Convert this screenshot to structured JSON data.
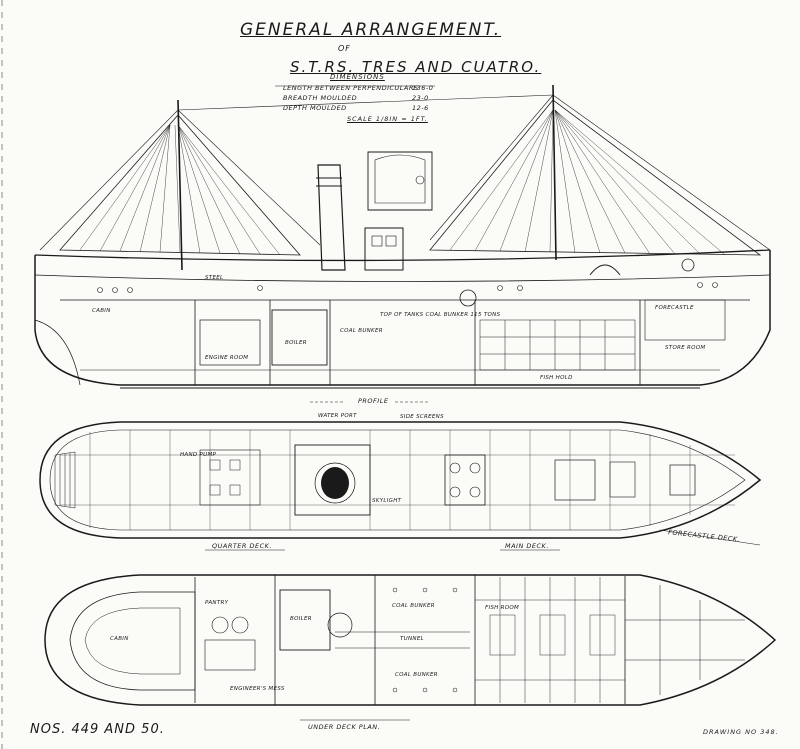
{
  "title_block": {
    "title": "GENERAL ARRANGEMENT.",
    "of": "OF",
    "ship_name": "S.T.RS. TRES AND CUATRO.",
    "dimensions_heading": "DIMENSIONS",
    "dimensions": [
      {
        "label": "LENGTH BETWEEN PERPENDICULARS",
        "value": "136-0"
      },
      {
        "label": "BREADTH MOULDED",
        "value": "23-0"
      },
      {
        "label": "DEPTH MOULDED",
        "value": "12-6"
      }
    ],
    "scale": "SCALE 1/8IN = 1FT."
  },
  "profile": {
    "caption": "PROFILE",
    "labels": {
      "cabin": "CABIN",
      "steel": "STEEL",
      "boiler": "BOILER",
      "engine": "ENGINE ROOM",
      "coal": "COAL BUNKER",
      "fish_hold": "FISH HOLD",
      "forecastle": "FORECASTLE",
      "store": "STORE ROOM",
      "bunker_note": "TOP OF TANKS COAL BUNKER 115 TONS"
    }
  },
  "deck_plan": {
    "quarter_deck": "QUARTER DECK.",
    "main_deck": "MAIN DECK.",
    "forecastle_deck": "FORECASTLE DECK.",
    "labels": {
      "water_port": "WATER PORT",
      "side_screen": "SIDE SCREENS",
      "skylight": "SKYLIGHT",
      "hand_pump": "HAND PUMP"
    }
  },
  "under_deck": {
    "caption": "UNDER DECK PLAN.",
    "labels": {
      "coal_bunker": "COAL BUNKER",
      "tunnel": "TUNNEL",
      "boiler": "BOILER",
      "fish_room": "FISH ROOM",
      "cabin": "CABIN",
      "pantry": "PANTRY",
      "engineers_mess": "ENGINEER'S MESS"
    }
  },
  "footer": {
    "nos": "NOS. 449 AND 50.",
    "drawing_no": "DRAWING NO 348."
  },
  "colors": {
    "ink": "#1a1a1a",
    "paper": "#fbfbf8"
  }
}
